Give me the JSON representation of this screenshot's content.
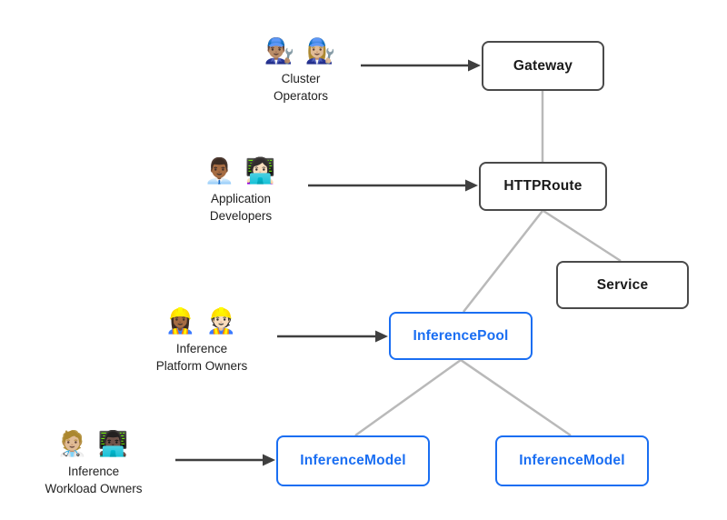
{
  "diagram": {
    "kind": "resource-relationship-diagram",
    "nodes": {
      "gateway": {
        "label": "Gateway",
        "style": "dark"
      },
      "httproute": {
        "label": "HTTPRoute",
        "style": "dark"
      },
      "service": {
        "label": "Service",
        "style": "dark"
      },
      "inference_pool": {
        "label": "InferencePool",
        "style": "blue"
      },
      "inference_model_left": {
        "label": "InferenceModel",
        "style": "blue"
      },
      "inference_model_right": {
        "label": "InferenceModel",
        "style": "blue"
      }
    },
    "actors": {
      "cluster_operators": {
        "emojis": "👨🏽‍🔧 👩🏼‍🔧",
        "emoji_names": "man-mechanic-icon woman-mechanic-icon",
        "line1": "Cluster",
        "line2": "Operators",
        "points_to": "Gateway"
      },
      "application_developers": {
        "emojis": "👨🏾‍💼 👩🏻‍💻",
        "emoji_names": "man-office-worker-icon woman-technologist-icon",
        "line1": "Application",
        "line2": "Developers",
        "points_to": "HTTPRoute"
      },
      "inference_platform_owners": {
        "emojis": "👷🏾‍♀️ 👷🏻",
        "emoji_names": "woman-construction-worker-icon construction-worker-icon",
        "line1": "Inference",
        "line2": "Platform Owners",
        "points_to": "InferencePool"
      },
      "inference_workload_owners": {
        "emojis": "🧑🏼‍⚕️ 👨🏿‍💻",
        "emoji_names": "health-worker-icon man-technologist-icon",
        "line1": "Inference",
        "line2": "Workload Owners",
        "points_to": "InferenceModel"
      }
    },
    "edges": [
      {
        "from": "Gateway",
        "to": "HTTPRoute"
      },
      {
        "from": "HTTPRoute",
        "to": "InferencePool"
      },
      {
        "from": "HTTPRoute",
        "to": "Service"
      },
      {
        "from": "InferencePool",
        "to": "InferenceModel (left)"
      },
      {
        "from": "InferencePool",
        "to": "InferenceModel (right)"
      }
    ],
    "colors": {
      "background": "#ffffff",
      "node_border_dark": "#4a4a4a",
      "node_text_dark": "#1a1a1a",
      "accent_blue": "#1a6ef2",
      "connector_gray": "#b9b9b9",
      "arrow_dark": "#3f3f3f",
      "actor_label_text": "#1f1f1f"
    }
  }
}
